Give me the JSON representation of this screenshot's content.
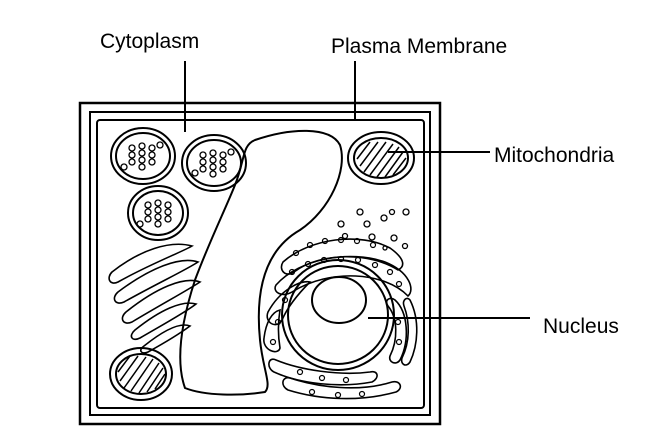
{
  "labels": {
    "cytoplasm": "Cytoplasm",
    "plasma_membrane": "Plasma Membrane",
    "mitochondria": "Mitochondria",
    "nucleus": "Nucleus"
  },
  "colors": {
    "stroke": "#000000",
    "background": "#ffffff"
  }
}
